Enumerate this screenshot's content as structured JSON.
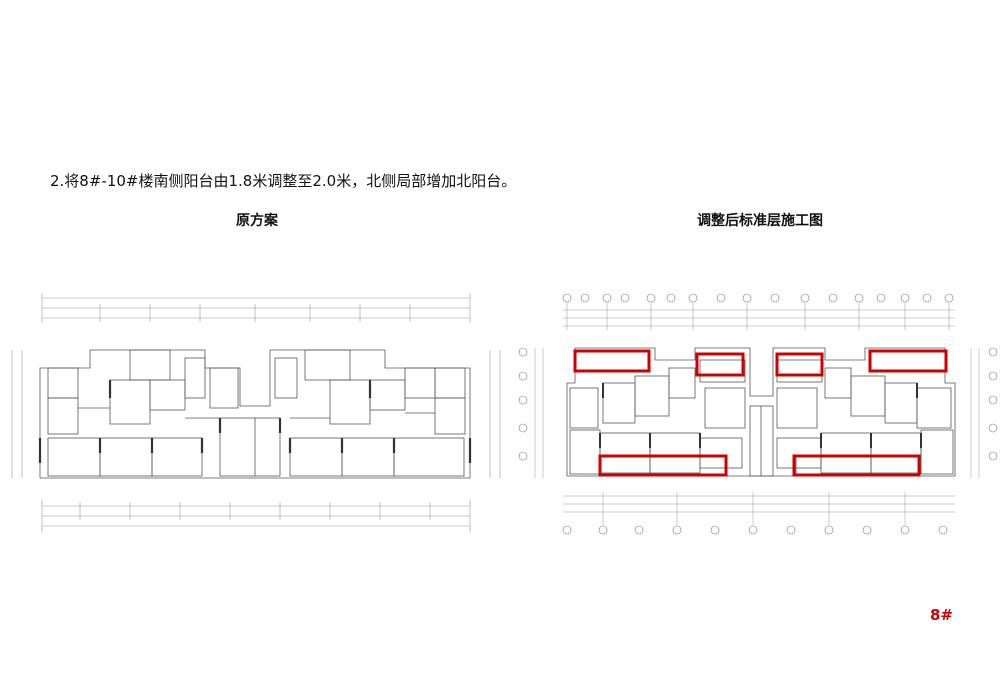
{
  "slide": {
    "headline": "2.将8#-10#楼南侧阳台由1.8米调整至2.0米，北侧局部增加北阳台。",
    "caption_left": "原方案",
    "caption_right": "调整后标准层施工图",
    "page_number": "8#"
  },
  "colors": {
    "highlight": "#d00000",
    "drawing_line": "#555555",
    "dimension_line": "#9a9a9a"
  }
}
